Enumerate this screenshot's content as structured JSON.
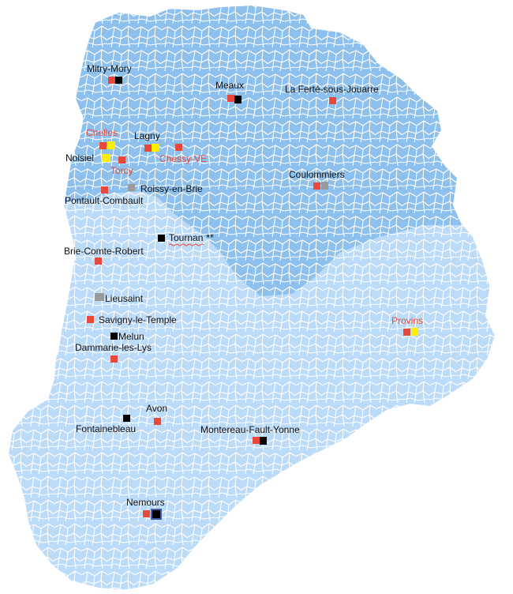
{
  "colors": {
    "outline_white": "#ffffff",
    "zone_dark": "#8dc0ec",
    "zone_light": "#bcdbf8",
    "marker_red": "#e8493a",
    "marker_black": "#000000",
    "marker_yellow": "#ffee00",
    "marker_grey": "#9a9a9a",
    "label_black": "#111111",
    "label_red": "#e8493a"
  },
  "cities": [
    {
      "id": "mitry-mory",
      "label": "Mitry-Mory",
      "label_color": "black",
      "markers": [
        "red",
        "black"
      ]
    },
    {
      "id": "meaux",
      "label": "Meaux",
      "label_color": "black",
      "markers": [
        "red",
        "black"
      ]
    },
    {
      "id": "la-ferte-sous-jouarre",
      "label": "La Ferté-sous-Jouarre",
      "label_color": "black",
      "markers": [
        "red"
      ]
    },
    {
      "id": "chelles",
      "label": "Chelles",
      "label_color": "red",
      "markers": [
        "red",
        "yellow"
      ]
    },
    {
      "id": "lagny",
      "label": "Lagny",
      "label_color": "black",
      "markers": [
        "red",
        "yellow"
      ]
    },
    {
      "id": "chessy-ve",
      "label": "Chessy-VE",
      "label_color": "red",
      "markers": [
        "red"
      ]
    },
    {
      "id": "noisiel",
      "label": "Noisiel",
      "label_color": "black",
      "markers": [
        "yellow"
      ]
    },
    {
      "id": "torcy",
      "label": "Torcy",
      "label_color": "red",
      "markers": [
        "red"
      ]
    },
    {
      "id": "coulommiers",
      "label": "Coulommiers",
      "label_color": "black",
      "markers": [
        "red",
        "grey"
      ]
    },
    {
      "id": "roissy-en-brie",
      "label": "Roissy-en-Brie",
      "label_color": "black",
      "markers": [
        "grey"
      ]
    },
    {
      "id": "pontault-combault",
      "label": "Pontault-Combault",
      "label_color": "black",
      "markers": [
        "red"
      ]
    },
    {
      "id": "tournan",
      "label": "Tournan",
      "suffix": "**",
      "label_color": "black",
      "markers": [
        "black"
      ]
    },
    {
      "id": "brie-comte-robert",
      "label": "Brie-Comte-Robert",
      "label_color": "black",
      "markers": [
        "red"
      ]
    },
    {
      "id": "lieusaint",
      "label": "Lieusaint",
      "label_color": "black",
      "markers": [
        "grey"
      ]
    },
    {
      "id": "savigny-le-temple",
      "label": "Savigny-le-Temple",
      "label_color": "black",
      "markers": [
        "red"
      ]
    },
    {
      "id": "provins",
      "label": "Provins",
      "label_color": "red",
      "markers": [
        "red",
        "yellow"
      ]
    },
    {
      "id": "melun",
      "label": "Melun",
      "label_color": "black",
      "markers": [
        "black"
      ]
    },
    {
      "id": "dammarie-les-lys",
      "label": "Dammarie-les-Lys",
      "label_color": "black",
      "markers": [
        "red"
      ]
    },
    {
      "id": "avon",
      "label": "Avon",
      "label_color": "black",
      "markers": [
        "red"
      ]
    },
    {
      "id": "fontainebleau",
      "label": "Fontainebleau",
      "label_color": "black",
      "markers": [
        "black"
      ]
    },
    {
      "id": "montereau-fault-yonne",
      "label": "Montereau-Fault-Yonne",
      "label_color": "black",
      "markers": [
        "red",
        "black"
      ]
    },
    {
      "id": "nemours",
      "label": "Nemours",
      "label_color": "black",
      "markers": [
        "red",
        "black-framed"
      ]
    }
  ]
}
